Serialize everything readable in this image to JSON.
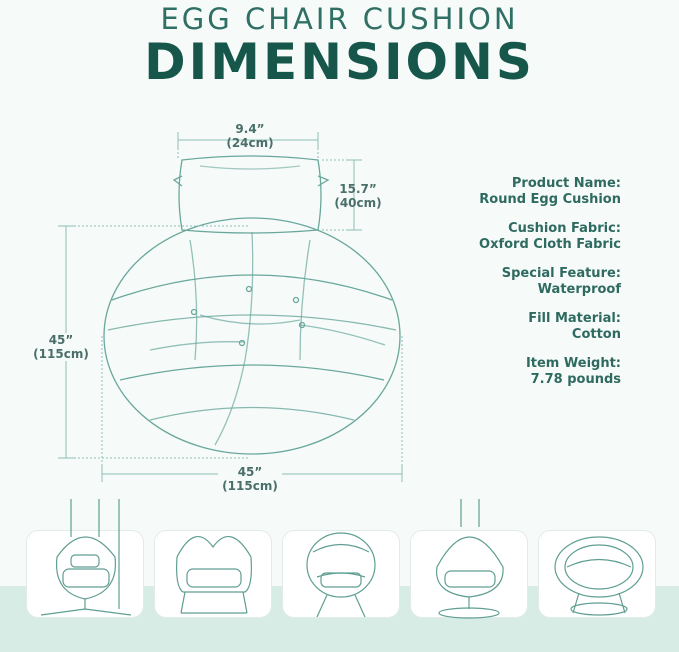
{
  "header": {
    "title_top": "EGG CHAIR CUSHION",
    "title_main": "DIMENSIONS"
  },
  "dimensions": {
    "pillow_width": "9.4”",
    "pillow_width_cm": "(24cm)",
    "pillow_height": "15.7”",
    "pillow_height_cm": "(40cm)",
    "cushion_height": "45”",
    "cushion_height_cm": "(115cm)",
    "cushion_width": "45”",
    "cushion_width_cm": "(115cm)"
  },
  "specs": [
    {
      "label": "Product Name:",
      "value": "Round Egg Cushion"
    },
    {
      "label": "Cushion Fabric:",
      "value": "Oxford Cloth Fabric"
    },
    {
      "label": "Special Feature:",
      "value": "Waterproof"
    },
    {
      "label": "Fill Material:",
      "value": "Cotton"
    },
    {
      "label": "Item Weight:",
      "value": "7.78 pounds"
    }
  ],
  "colors": {
    "accent": "#17564b",
    "line": "#6aa79b",
    "band": "#d6ece5"
  },
  "thumbnails": [
    "hanging-egg-chair-icon",
    "lounge-egg-chair-icon",
    "wire-egg-chair-icon",
    "stand-egg-chair-icon",
    "papasan-chair-icon"
  ]
}
